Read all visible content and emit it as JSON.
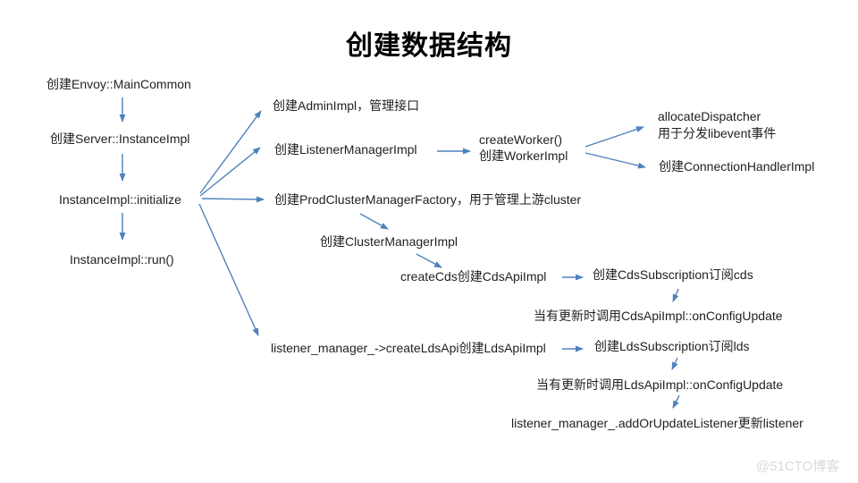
{
  "title": "创建数据结构",
  "watermark": "@51CTO博客",
  "colors": {
    "arrow": "#4f81bd",
    "text": "#1f1f1f",
    "title": "#000000",
    "watermark": "#d9d9d9"
  },
  "nodes": {
    "main_common": "创建Envoy::MainCommon",
    "server_instance": "创建Server::InstanceImpl",
    "initialize": "InstanceImpl::initialize",
    "run": "InstanceImpl::run()",
    "admin": "创建AdminImpl，管理接口",
    "listener_manager": "创建ListenerManagerImpl",
    "create_worker_1": "createWorker()",
    "create_worker_2": "创建WorkerImpl",
    "allocate_dispatcher_1": "allocateDispatcher",
    "allocate_dispatcher_2": "用于分发libevent事件",
    "connection_handler": "创建ConnectionHandlerImpl",
    "prod_cluster_factory": "创建ProdClusterManagerFactory，用于管理上游cluster",
    "cluster_manager": "创建ClusterManagerImpl",
    "create_cds": "createCds创建CdsApiImpl",
    "cds_subscription": "创建CdsSubscription订阅cds",
    "cds_on_config_update": "当有更新时调用CdsApiImpl::onConfigUpdate",
    "create_lds": "listener_manager_-&gt;createLdsApi创建LdsApiImpl",
    "lds_subscription": "创建LdsSubscription订阅lds",
    "lds_on_config_update": "当有更新时调用LdsApiImpl::onConfigUpdate",
    "add_or_update_listener": "listener_manager_.addOrUpdateListener更新listener"
  }
}
